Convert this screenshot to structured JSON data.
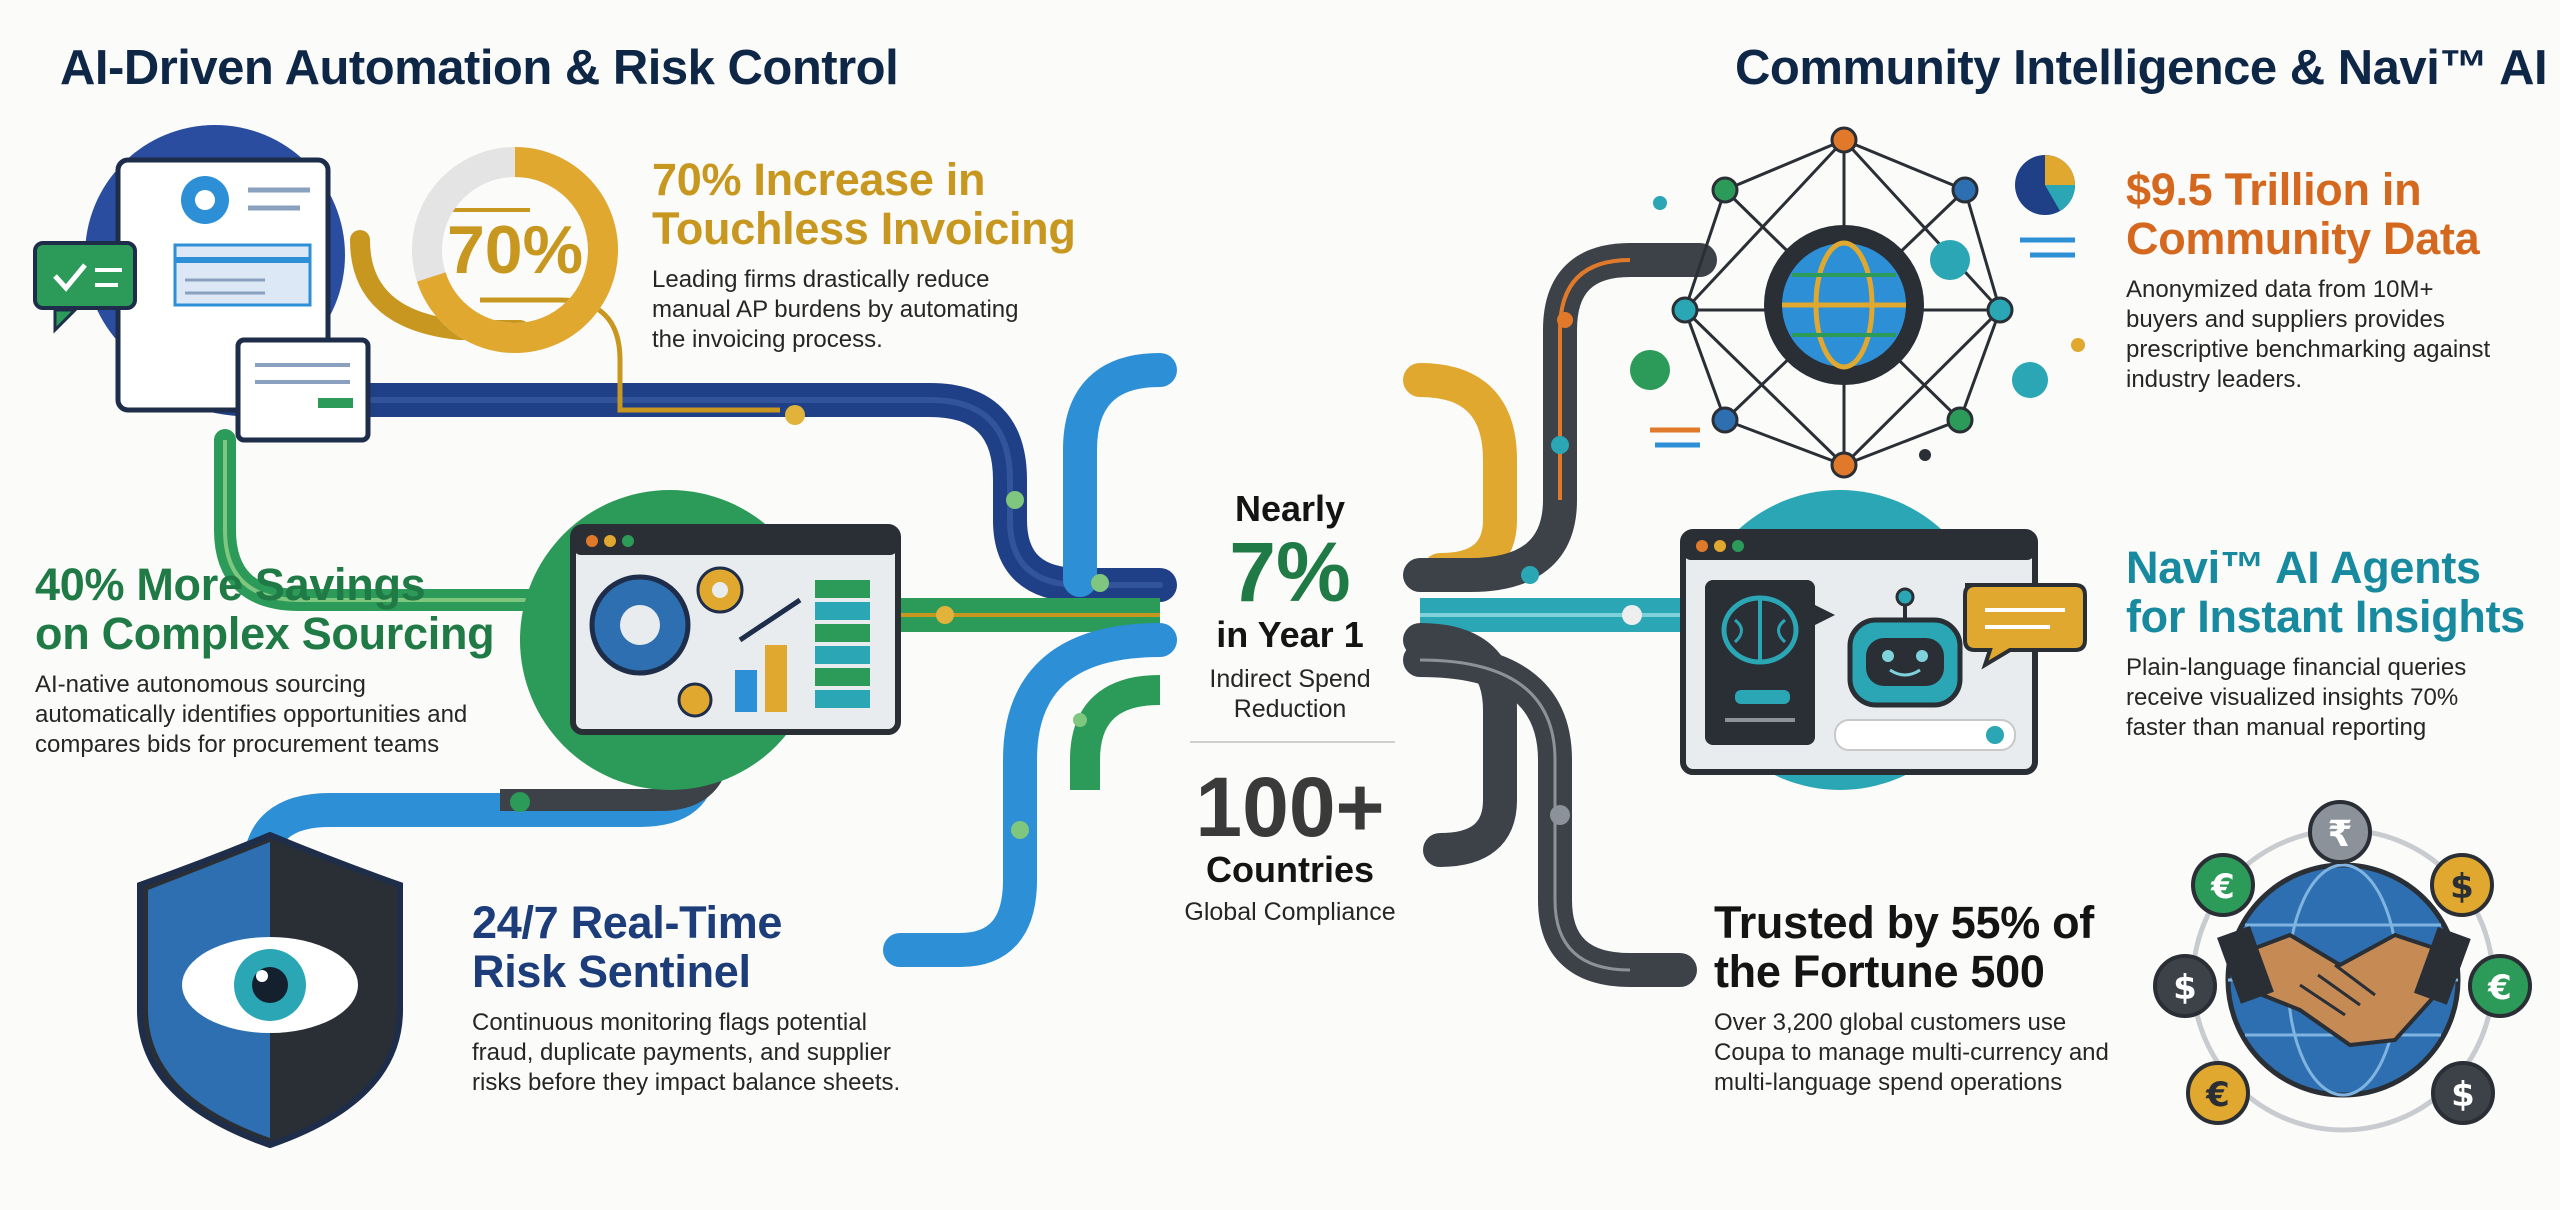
{
  "left_title": "AI-Driven Automation & Risk Control",
  "right_title": "Community Intelligence & Navi™ AI",
  "colors": {
    "navy": "#1c3d7a",
    "gold": "#c8971f",
    "green": "#1f7a45",
    "blue": "#2d8fd6",
    "orange": "#d4681e",
    "teal": "#178aa0",
    "charcoal": "#3c4248"
  },
  "features": {
    "invoicing": {
      "ring_value": "70%",
      "ring_fraction": 0.7,
      "title_lines": [
        "70% Increase in",
        "Touchless Invoicing"
      ],
      "body_lines": [
        "Leading firms drastically reduce",
        "manual AP burdens by automating",
        "the invoicing process."
      ],
      "icons": [
        "invoice-document-icon",
        "chat-check-icon"
      ]
    },
    "sourcing": {
      "title_lines": [
        "40% More Savings",
        "on Complex Sourcing"
      ],
      "body_lines": [
        "AI-native autonomous sourcing",
        "automatically identifies opportunities and",
        "compares bids for procurement teams"
      ],
      "icons": [
        "gears-dashboard-icon"
      ]
    },
    "risk": {
      "title_lines": [
        "24/7 Real-Time",
        "Risk Sentinel"
      ],
      "body_lines": [
        "Continuous monitoring flags potential",
        "fraud, duplicate payments, and supplier",
        "risks before they impact balance sheets."
      ],
      "icons": [
        "shield-eye-icon"
      ]
    },
    "community": {
      "title_lines": [
        "$9.5 Trillion in",
        "Community Data"
      ],
      "body_lines": [
        "Anonymized data from 10M+",
        "buyers and suppliers provides",
        "prescriptive benchmarking against",
        "industry leaders."
      ],
      "icons": [
        "globe-network-icon",
        "pie-chart-icon"
      ]
    },
    "navi": {
      "title_lines": [
        "Navi™ AI Agents",
        "for Instant Insights"
      ],
      "body_lines": [
        "Plain-language financial queries",
        "receive visualized insights 70%",
        "faster than manual reporting"
      ],
      "icons": [
        "ai-chat-window-icon",
        "robot-icon",
        "brain-icon"
      ]
    },
    "fortune": {
      "title_lines": [
        "Trusted by 55% of",
        "the Fortune 500"
      ],
      "body_lines": [
        "Over 3,200 global customers use",
        "Coupa to manage multi-currency and",
        "multi-language spend operations"
      ],
      "icons": [
        "handshake-globe-icon",
        "rupee-icon",
        "dollar-icon",
        "euro-icon"
      ]
    }
  },
  "center": {
    "nearly": "Nearly",
    "big_value": "7%",
    "year": "in Year 1",
    "sub_lines": [
      "Indirect Spend",
      "Reduction"
    ],
    "countries_value": "100+",
    "countries_label": "Countries",
    "countries_sub": "Global Compliance"
  }
}
